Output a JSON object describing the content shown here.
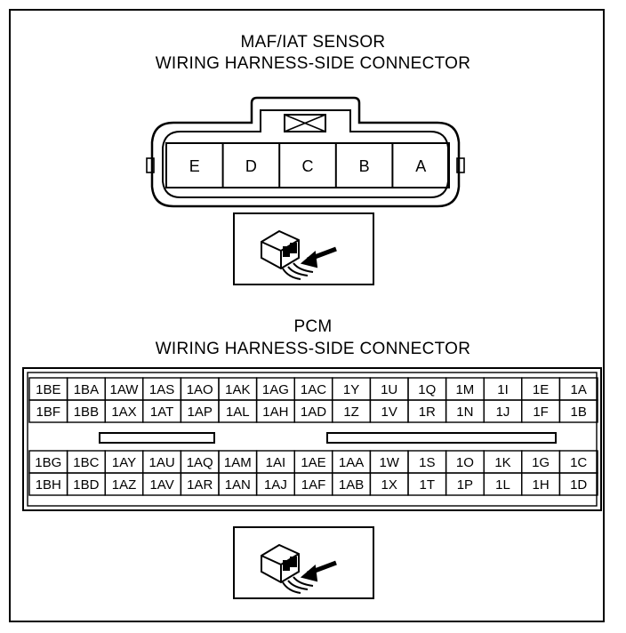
{
  "maf": {
    "title1": "MAF/IAT SENSOR",
    "title2": "WIRING HARNESS-SIDE CONNECTOR",
    "pins": [
      "E",
      "D",
      "C",
      "B",
      "A"
    ]
  },
  "pcm": {
    "title1": "PCM",
    "title2": "WIRING HARNESS-SIDE CONNECTOR",
    "upper_rows": [
      [
        "1BE",
        "1BA",
        "1AW",
        "1AS",
        "1AO",
        "1AK",
        "1AG",
        "1AC",
        "1Y",
        "1U",
        "1Q",
        "1M",
        "1I",
        "1E",
        "1A"
      ],
      [
        "1BF",
        "1BB",
        "1AX",
        "1AT",
        "1AP",
        "1AL",
        "1AH",
        "1AD",
        "1Z",
        "1V",
        "1R",
        "1N",
        "1J",
        "1F",
        "1B"
      ]
    ],
    "lower_rows": [
      [
        "1BG",
        "1BC",
        "1AY",
        "1AU",
        "1AQ",
        "1AM",
        "1AI",
        "1AE",
        "1AA",
        "1W",
        "1S",
        "1O",
        "1K",
        "1G",
        "1C"
      ],
      [
        "1BH",
        "1BD",
        "1AZ",
        "1AV",
        "1AR",
        "1AN",
        "1AJ",
        "1AF",
        "1AB",
        "1X",
        "1T",
        "1P",
        "1L",
        "1H",
        "1D"
      ]
    ]
  }
}
